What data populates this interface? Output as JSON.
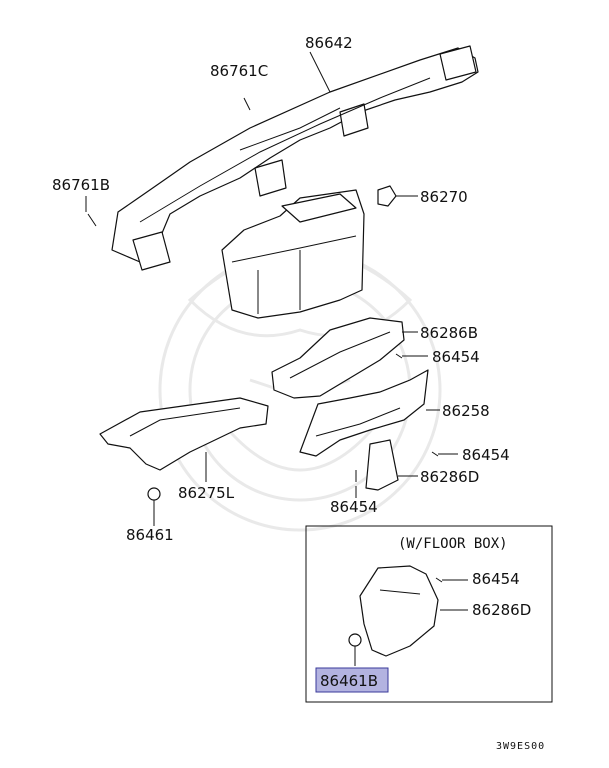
{
  "parts": {
    "p86642": "86642",
    "p86761C": "86761C",
    "p86761B": "86761B",
    "p86270": "86270",
    "p86286B": "86286B",
    "p86454_a": "86454",
    "p86258": "86258",
    "p86454_b": "86454",
    "p86286D": "86286D",
    "p86454_c": "86454",
    "p86275L": "86275L",
    "p86461": "86461",
    "p86454_d": "86454",
    "p86286D_b": "86286D",
    "p86461B": "86461B"
  },
  "inset": {
    "title": "(W/FLOOR BOX)"
  },
  "footer": {
    "code": "3W9ES00"
  },
  "colors": {
    "highlight_fill": "#b3b3e0",
    "highlight_border": "#3a3a9a"
  }
}
